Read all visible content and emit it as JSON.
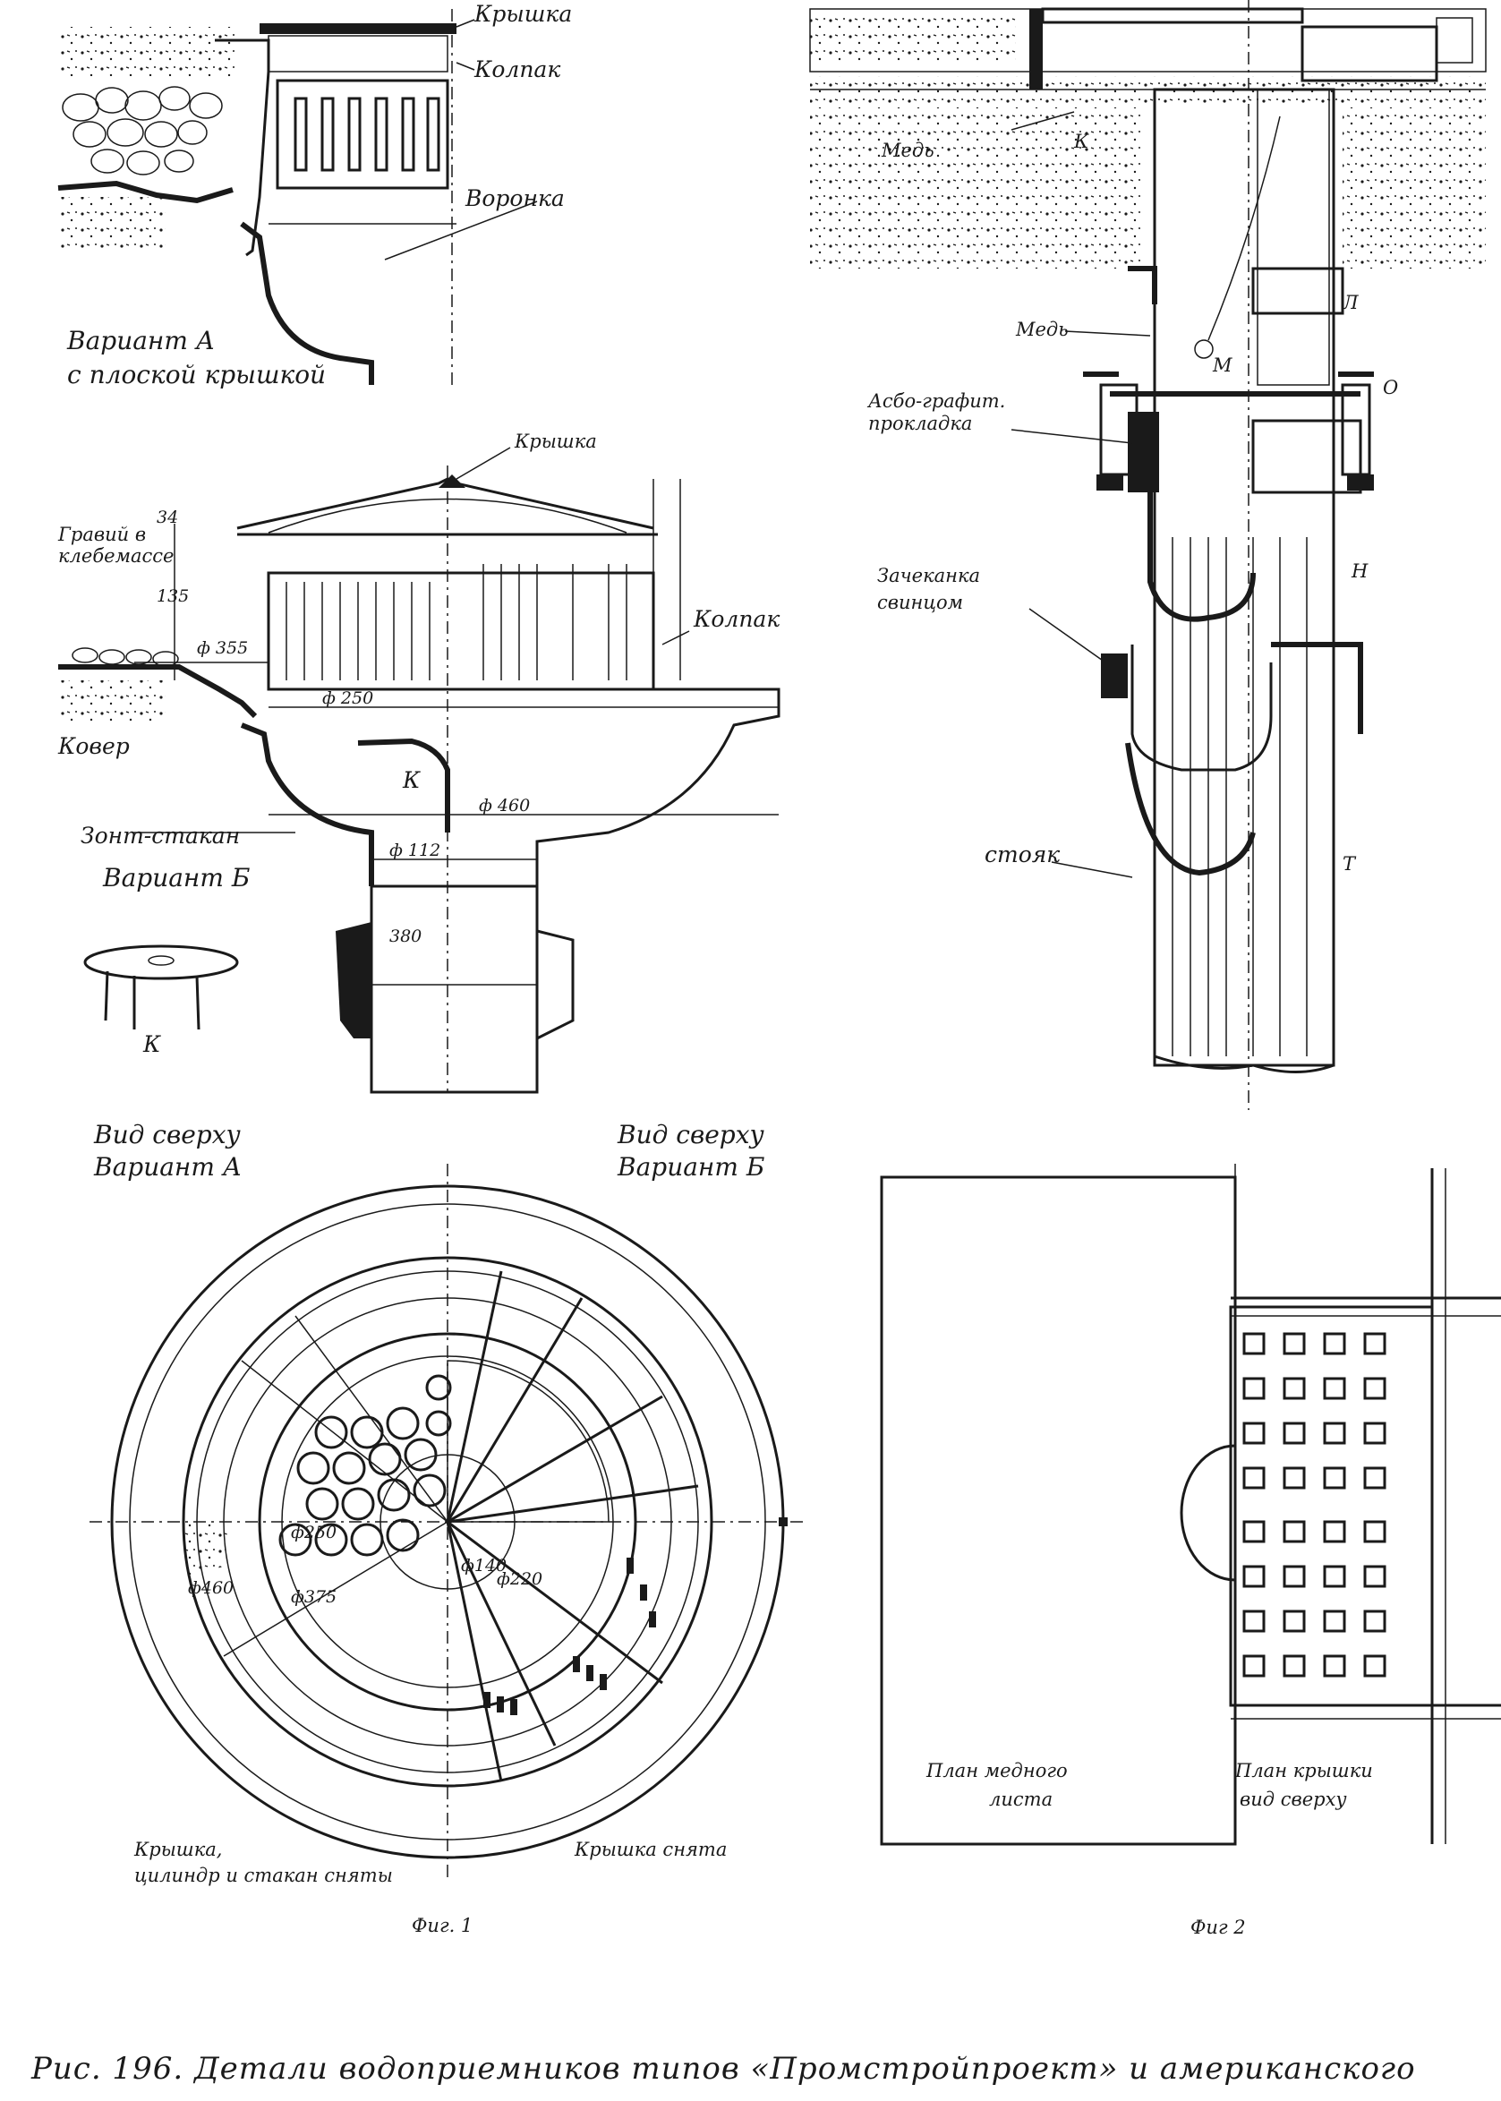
{
  "fig1": {
    "variant_a": {
      "cover": "Крышка",
      "cap": "Колпак",
      "funnel": "Воронка",
      "title_line1": "Вариант А",
      "title_line2": "с плоской крышкой"
    },
    "variant_b": {
      "cover": "Крышка",
      "cap": "Колпак",
      "gravel_line1": "Гравий в",
      "gravel_line2": "клебемассе",
      "carpet": "Ковер",
      "umbrella_cup": "Зонт-стакан",
      "title": "Вариант Б",
      "part_k": "К",
      "dims": {
        "d34": "34",
        "d135": "135",
        "d355": "ф 355",
        "d250": "ф 250",
        "d460": "ф 460",
        "d112": "ф 112",
        "d380": "380"
      }
    },
    "part_k_label": "К",
    "plan": {
      "top_view_a_line1": "Вид сверху",
      "top_view_a_line2": "Вариант А",
      "top_view_b_line1": "Вид сверху",
      "top_view_b_line2": "Вариант Б",
      "dims": {
        "d250": "ф250",
        "d375": "ф375",
        "d460": "ф460",
        "d140": "ф140",
        "d220": "ф220"
      },
      "caption_left_line1": "Крышка,",
      "caption_left_line2": "цилиндр и стакан сняты",
      "caption_right": "Крышка снята"
    },
    "fig_label": "Фиг. 1"
  },
  "fig2": {
    "copper_top": "Медь",
    "part_k": "К",
    "letter_l": "Л",
    "copper_mid": "Медь",
    "letter_m": "М",
    "letter_o": "О",
    "gasket_line1": "Асбо-графит.",
    "gasket_line2": "прокладка",
    "caulk_line1": "Зачеканка",
    "caulk_line2": "свинцом",
    "letter_n": "Н",
    "riser": "стояк",
    "letter_t": "Т",
    "plan_sheet_line1": "План медного",
    "plan_sheet_line2": "листа",
    "plan_cover_line1": "План крышки",
    "plan_cover_line2": "вид сверху",
    "fig_label": "Фиг 2"
  },
  "caption": "Рис. 196. Детали водоприемников типов «Промстройпроект» и американского"
}
